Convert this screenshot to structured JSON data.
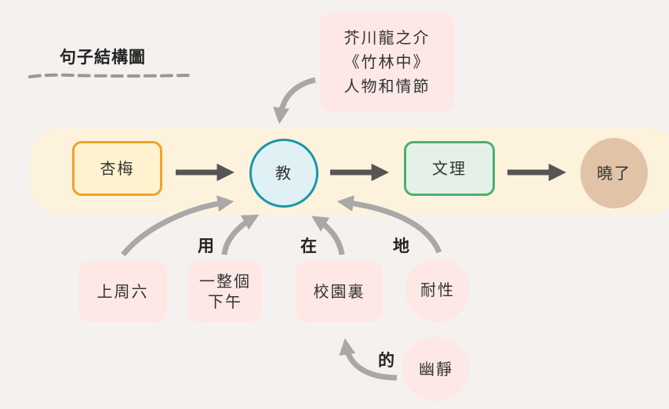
{
  "title": "句子結構圖",
  "teacher_note": [
    "芥川龍之介",
    "《竹林中》",
    "人物和情節"
  ],
  "subject": "杏梅",
  "verb": "教",
  "object": "文理",
  "complement": "曉了",
  "modifiers": {
    "time": "上周六",
    "duration": [
      "一整個",
      "下午"
    ],
    "place": "校園裏",
    "manner": "耐性",
    "place_attribute": "幽靜"
  },
  "prepositions": {
    "duration": "用",
    "place": "在",
    "manner": "地",
    "attribute": "的"
  },
  "colors": {
    "background": "#f4f1ef",
    "band": "#fdf3dc",
    "arrow_main": "#555555",
    "arrow_modifier": "#a8a8a8",
    "subject_border": "#f0a22b",
    "verb_border": "#1b95a8",
    "object_border": "#4caf72",
    "complement_fill": "#e1c4a8",
    "modifier_fill": "#fde8e6"
  }
}
